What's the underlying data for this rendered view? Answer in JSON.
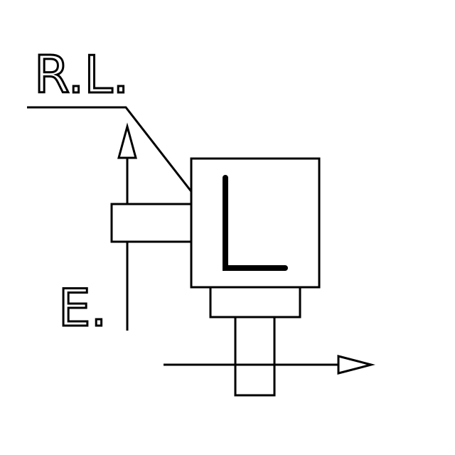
{
  "diagram": {
    "label_top": "R.L.",
    "label_bottom": "E.",
    "glyph_in_box": "L",
    "colors": {
      "background": "#ffffff",
      "stroke": "#000000"
    }
  }
}
